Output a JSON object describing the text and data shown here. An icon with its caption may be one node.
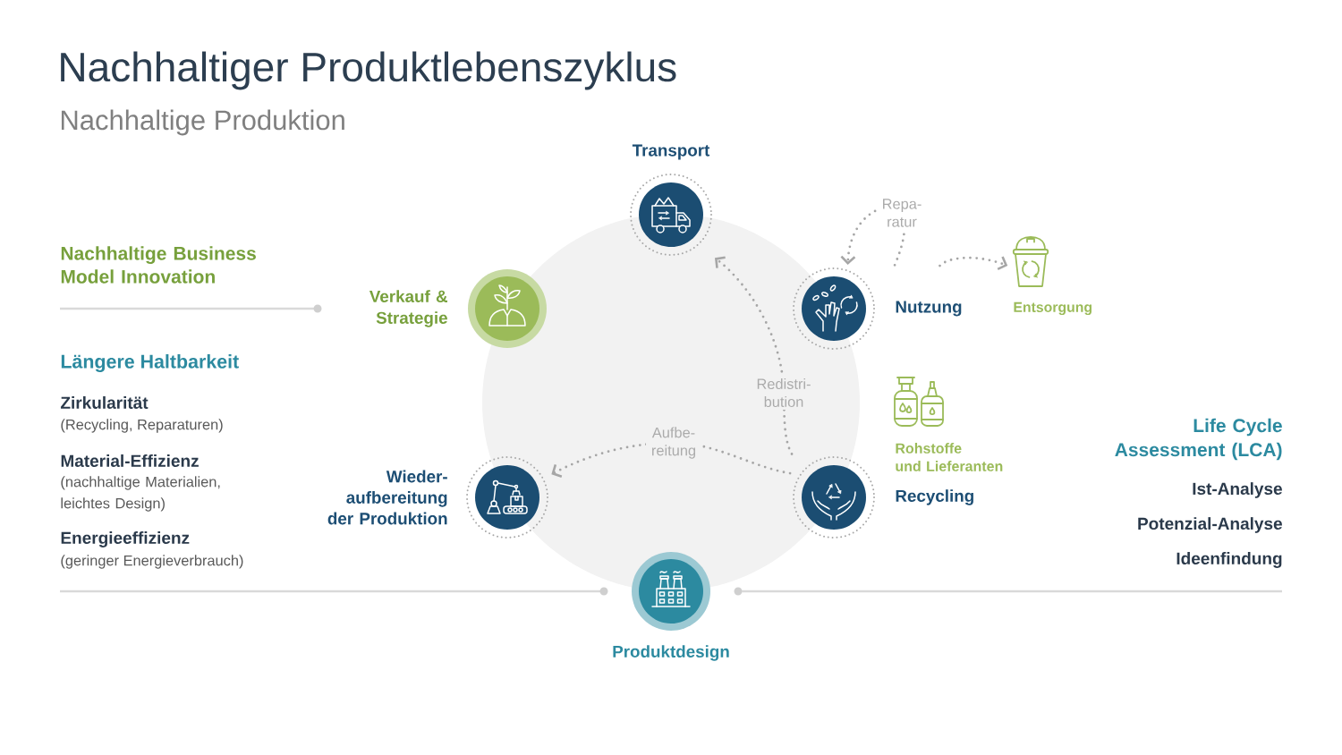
{
  "diagram": {
    "title": "Nachhaltiger Produktlebenszyklus",
    "nodes": [
      {
        "text": [
          "Transport"
        ]
      },
      {
        "text": [
          "Verkauf & Strategie"
        ]
      },
      {
        "text": [
          "Nutzung"
        ]
      },
      {
        "text": [
          "Entsorgung"
        ]
      },
      {
        "text": [
          "Wieder- aufbereitung der Produktion"
        ]
      },
      {
        "text": [
          "Recycling"
        ]
      },
      {
        "text": [
          "Produktdesign"
        ]
      }
    ],
    "edges": [
      {
        "from": 2,
        "to": 2,
        "arrow": "to",
        "label": "Repa- ratur",
        "style": "dashed"
      },
      {
        "from": 2,
        "to": 3,
        "arrow": "to",
        "style": "dashed"
      },
      {
        "from": 5,
        "to": 0,
        "arrow": "to",
        "label": "Redistri- bution",
        "style": "dashed"
      },
      {
        "from": 5,
        "to": 4,
        "arrow": "to",
        "label": "Aufbe- reitung",
        "style": "dashed"
      }
    ],
    "labels": [
      "Nachhaltige Produktion",
      "Nachhaltige Business Model Innovation",
      "Längere Haltbarkeit",
      "Zirkularität",
      "(Recycling, Reparaturen)",
      "Material-Effizienz",
      "(nachhaltige Materialien, leichtes Design)",
      "Energieeffizienz",
      "(geringer Energieverbrauch)",
      "Rohstoffe und Lieferanten",
      "Life Cycle Assessment (LCA)",
      "Ist-Analyse",
      "Potenzial-Analyse",
      "Ideenfindung"
    ]
  }
}
